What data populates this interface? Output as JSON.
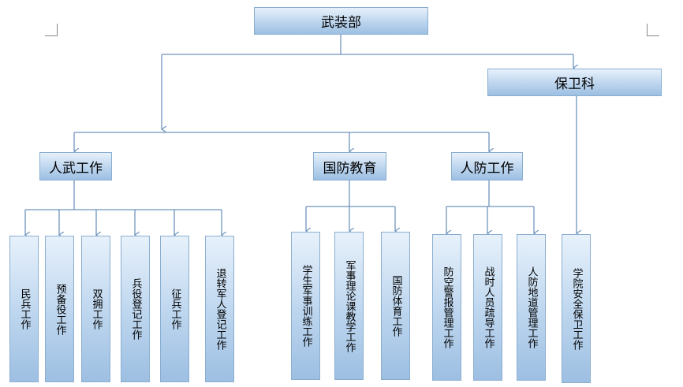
{
  "colors": {
    "line": "#6f94bd",
    "box_border": "#8aaed0",
    "box_top": "#e7f1fb",
    "box_bottom": "#9dbfe2"
  },
  "root": "武装部",
  "security": "保卫科",
  "branches": [
    {
      "label": "人武工作",
      "children": [
        "民兵工作",
        "预备役工作",
        "双拥工作",
        "兵役登记工作",
        "征兵工作",
        "退转军人登记工作"
      ]
    },
    {
      "label": "国防教育",
      "children": [
        "学生军事训练工作",
        "军事理论课教学工作",
        "国防体育工作"
      ]
    },
    {
      "label": "人防工作",
      "children": [
        "防空警报管理工作",
        "战时人员疏导工作",
        "人防地道管理工作"
      ]
    }
  ],
  "security_children": [
    "学院安全保卫工作"
  ]
}
